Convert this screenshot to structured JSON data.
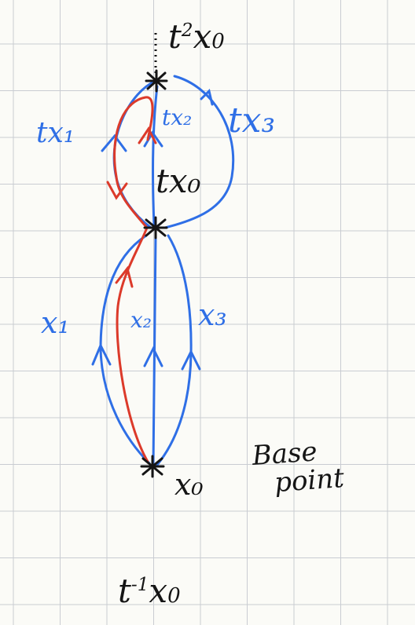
{
  "labels": {
    "t2x0": {
      "t": "t",
      "exp": "2",
      "x": "x",
      "sub": "0"
    },
    "tx0": "tx₀",
    "x0": "x₀",
    "tinvx0": {
      "t": "t",
      "exp": "-1",
      "x": "x",
      "sub": "0"
    },
    "tx1": "tx₁",
    "tx2": "tx₂",
    "tx3": "tx₃",
    "x1": "x₁",
    "x2": "x₂",
    "x3": "x₃",
    "base_point": [
      "Base",
      "point"
    ]
  },
  "colors": {
    "grid": "#c9ccd2",
    "ink": "#151515",
    "blue": "#2f6fe6",
    "red": "#dc3a2a",
    "paper": "#fbfbf7"
  }
}
